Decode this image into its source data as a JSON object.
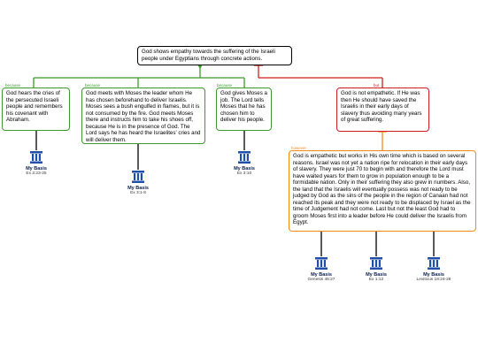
{
  "claim": {
    "text": "God shows empathy towards the suffering of the Israeli people under Egyptians through concrete actions."
  },
  "tags": {
    "because": "because",
    "but": "but",
    "however": "however"
  },
  "reasons": [
    {
      "text": "God hears the cries of the persecuted Israeli people and remembers his covenant with Abraham."
    },
    {
      "text": "God meets with Moses the leader whom He has chosen beforehand to deliver Israelis. Moses sees a bush engulfed in flames, but it is not consumed by the fire. God meets Moses there and instructs him to take his shoes off, because He is in the presence of God. The Lord says he has heard the Israelites' cries and will deliver them."
    },
    {
      "text": "God gives Moses a job. The Lord tells Moses that he has chosen him to deliver his people."
    }
  ],
  "objection": {
    "text": "God is not empathetic. If He was then He should have saved the Israelis in their early days of slavery thus avoiding many years of great suffering."
  },
  "rebuttal": {
    "text": "God is empathetic but works in His own time which is based on several reasons. Israel was not yet a nation ripe for relocation in their early days of slavery. They were just 70 to begin with and therefore the Lord must have waited years for them to grow in population enough to be a formidable nation. Only in their suffering they also grew in numbers. Also, the land that the Israelis will eventually possess was not ready to be judged by God as the sins of the people in the region of Canaan had not reached its peak and they were not ready to be displaced by Israel as the time of Judgement had not come. Last but not the least God had to groom Moses first into a leader before He could deliver the Israelis from Egypt."
  },
  "bases": [
    {
      "label": "My Basis",
      "ref": "Ex 2:23-25"
    },
    {
      "label": "My Basis",
      "ref": "Ex 3:1-8"
    },
    {
      "label": "My Basis",
      "ref": "Ex 3:10"
    },
    {
      "label": "My Basis",
      "ref": "Genesis 46:27"
    },
    {
      "label": "My Basis",
      "ref": "Ex 1:12"
    },
    {
      "label": "My Basis",
      "ref": "Leviticus 18:24-28"
    }
  ],
  "colors": {
    "because": "#3a9a2a",
    "but": "#d01c1c",
    "however": "#f08a1a",
    "basis": "#1f4fa8"
  }
}
